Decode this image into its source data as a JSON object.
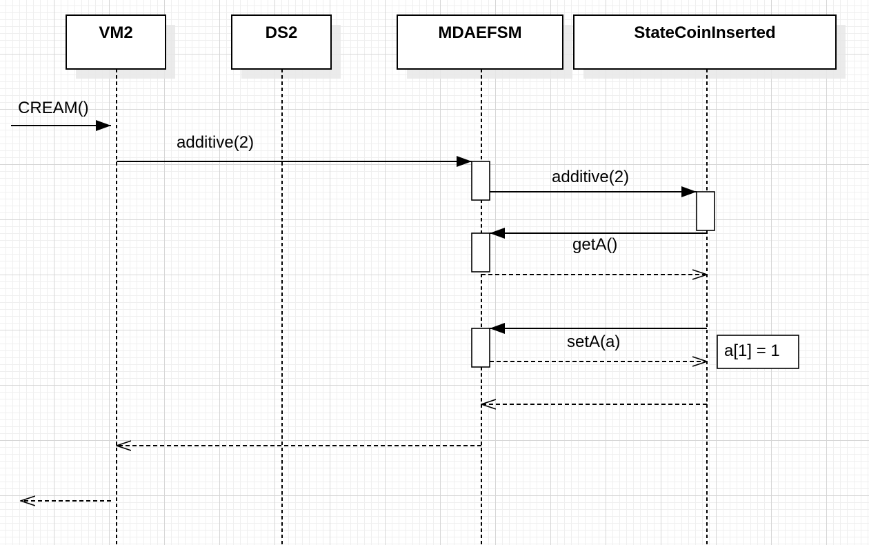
{
  "participants": [
    {
      "name": "VM2"
    },
    {
      "name": "DS2"
    },
    {
      "name": "MDAEFSM"
    },
    {
      "name": "StateCoinInserted"
    }
  ],
  "messages": {
    "cream": "CREAM()",
    "additive_vm2": "additive(2)",
    "additive_mda": "additive(2)",
    "get_a": "getA()",
    "set_a": "setA(a)"
  },
  "note": "a[1] = 1"
}
